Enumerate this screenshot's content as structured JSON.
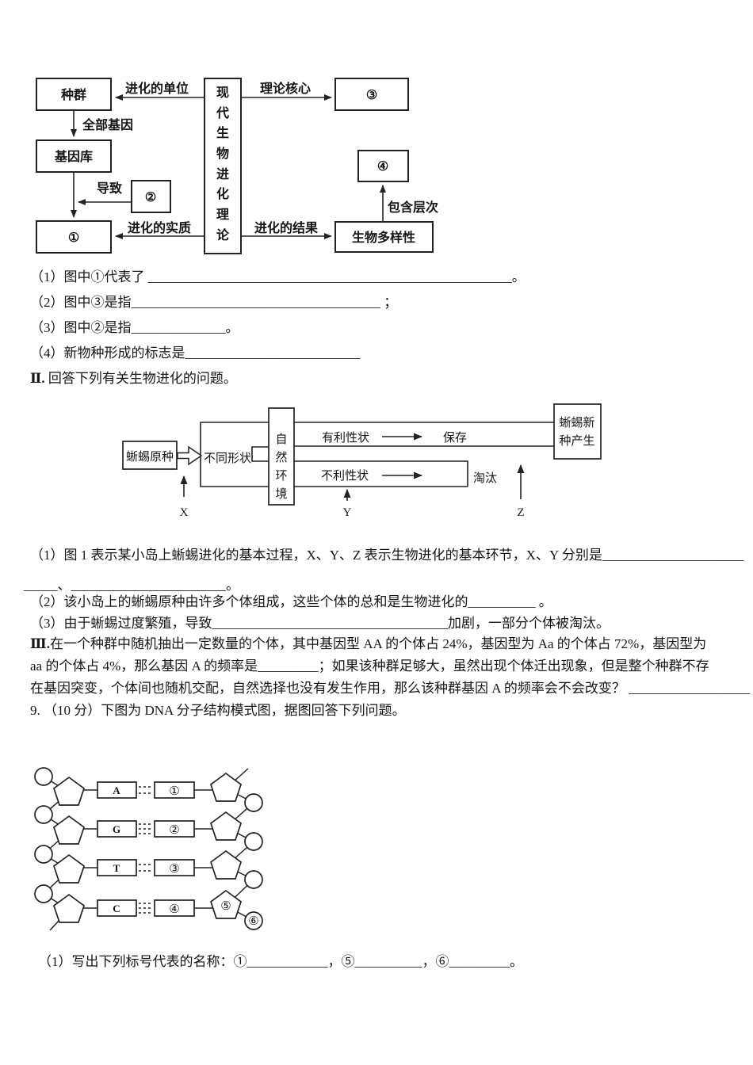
{
  "document": {
    "section1": {
      "q1": "（1）图中①代表了 ______________________________________________________。",
      "q2": "（2）图中③是指_____________________________________ ；",
      "q3": "（3）图中②是指______________。",
      "q4": "（4）新物种形成的标志是__________________________"
    },
    "section2_prefix": "Ⅱ.",
    "section2_header": " 回答下列有关生物进化的问题。",
    "section2": {
      "q1a": "（1）图 1 表示某小岛上蜥蜴进化的基本过程，X、Y、Z 表示生物进化的基本环节，X、Y 分别是_____________________",
      "q1b": "_____、_______________________。",
      "q2": "（2）该小岛上的蜥蜴原种由许多个体组成，这些个体的总和是生物进化的__________ 。",
      "q3": "（3）由于蜥蜴过度繁殖，导致___________________________________加剧，一部分个体被淘汰。"
    },
    "section3_prefix": "Ⅲ.",
    "section3": {
      "line1": "在一个种群中随机抽出一定数量的个体，其中基因型 AA 的个体占 24%，基因型为 Aa 的个体占 72%，基因型为",
      "line2": "aa 的个体占 4%，那么基因 A 的频率是_________；如果该种群足够大，虽然出现个体迁出现象，但是整个种群不存",
      "line3": "在基因突变，个体间也随机交配，自然选择也没有发生作用，那么该种群基因 A 的频率会不会改变？ __________________"
    },
    "q9": "9. （10 分）下图为 DNA 分子结构模式图，据图回答下列问题。",
    "q9_1": "（1）写出下列标号代表的名称：①____________，⑤__________，⑥_________。"
  },
  "diagram_evolution": {
    "population": "种群",
    "gene_pool": "基因库",
    "box1": "①",
    "box2": "②",
    "box3": "③",
    "box4": "④",
    "biodiversity": "生物多样性",
    "center_text": "现代生物进化理论",
    "label_unit": "进化的单位",
    "label_core": "理论核心",
    "label_all_genes": "全部基因",
    "label_cause": "导致",
    "label_essence": "进化的实质",
    "label_result": "进化的结果",
    "label_levels": "包含层次"
  },
  "diagram_lizard": {
    "origin": "蜥蜴原种",
    "shapes": "不同形状",
    "env": "自然环境",
    "favorable": "有利性状",
    "preserved": "保存",
    "unfavorable": "不利性状",
    "eliminated": "淘汰",
    "new_species_1": "蜥蜴新",
    "new_species_2": "种产生",
    "x": "X",
    "y": "Y",
    "z": "Z"
  },
  "diagram_dna": {
    "bases_left": [
      "A",
      "G",
      "T",
      "C"
    ],
    "bases_right": [
      "①",
      "②",
      "③",
      "④"
    ],
    "pentose_label": "⑤",
    "phosphate_label": "⑥"
  }
}
